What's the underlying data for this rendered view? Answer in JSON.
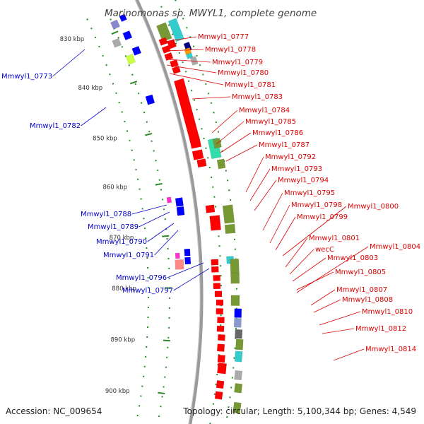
{
  "title": "Marinomonas sp. MWYL1, complete genome",
  "accession": "Accession: NC_009654",
  "topology": "Topology: circular; Length: 5,100,344 bp; Genes: 4,549",
  "colors": {
    "backbone": "#9a9a9a",
    "tick": "#2a8a2a",
    "forward_label": "#dd0000",
    "reverse_label": "#0000cc",
    "cds_red": "#ff0000",
    "cds_blue": "#0000ff",
    "cyan": "#33cccc",
    "olive": "#779933",
    "teal": "#33ddaa",
    "magenta": "#ff33cc",
    "salmon": "#ff8888",
    "lime": "#ccff44",
    "orange": "#ff9900",
    "grey": "#aaaaaa",
    "lavender": "#8888cc",
    "navy": "#000088",
    "steel": "#8899cc",
    "darkgrey": "#666666"
  },
  "scale_labels": [
    "830 kbp",
    "840 kbp",
    "850 kbp",
    "860 kbp",
    "870 kbp",
    "880 kbp",
    "890 kbp",
    "900 kbp"
  ],
  "forward_labels": [
    "Mmwyl1_0777",
    "Mmwyl1_0778",
    "Mmwyl1_0779",
    "Mmwyl1_0780",
    "Mmwyl1_0781",
    "Mmwyl1_0783",
    "Mmwyl1_0784",
    "Mmwyl1_0785",
    "Mmwyl1_0786",
    "Mmwyl1_0787",
    "Mmwyl1_0792",
    "Mmwyl1_0793",
    "Mmwyl1_0794",
    "Mmwyl1_0795",
    "Mmwyl1_0798",
    "Mmwyl1_0800",
    "Mmwyl1_0799",
    "Mmwyl1_0801",
    "Mmwyl1_0804",
    "wecC",
    "Mmwyl1_0803",
    "Mmwyl1_0805",
    "Mmwyl1_0807",
    "Mmwyl1_0808",
    "Mmwyl1_0810",
    "Mmwyl1_0812",
    "Mmwyl1_0814"
  ],
  "reverse_labels": [
    "Mmwyl1_0773",
    "Mmwyl1_0782",
    "Mmwyl1_0788",
    "Mmwyl1_0789",
    "Mmwyl1_0790",
    "Mmwyl1_0791",
    "Mmwyl1_0796",
    "Mmwyl1_0797"
  ]
}
